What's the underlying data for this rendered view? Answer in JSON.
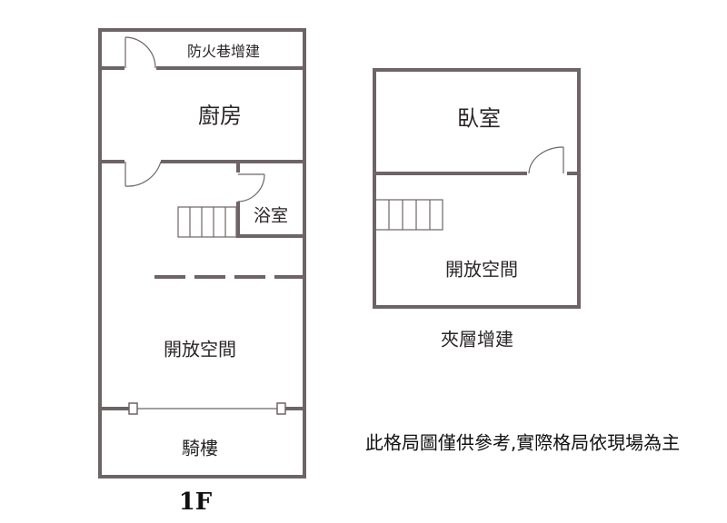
{
  "colors": {
    "wall": "#6e6466",
    "text": "#2a2526"
  },
  "ground_floor": {
    "floor_label": "1F",
    "rooms": {
      "fire_lane_extension": "防火巷增建",
      "kitchen": "廚房",
      "bathroom": "浴室",
      "open_space": "開放空間",
      "arcade": "騎樓"
    }
  },
  "mezzanine": {
    "title": "夾層增建",
    "rooms": {
      "bedroom": "臥室",
      "open_space": "開放空間"
    }
  },
  "disclaimer": "此格局圖僅供參考,實際格局依現場為主"
}
